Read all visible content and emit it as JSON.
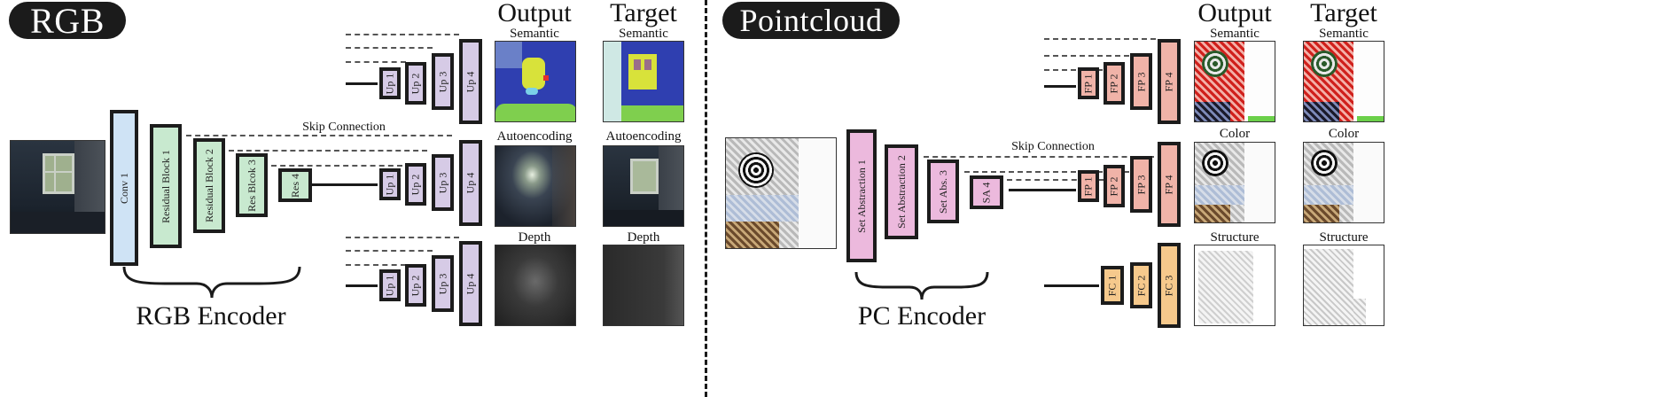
{
  "rgb": {
    "title": "RGB",
    "encoder_label": "RGB Encoder",
    "skip_label": "Skip Connection",
    "encoder_blocks": [
      "Conv 1",
      "Residual Block 1",
      "Residual Block 2",
      "Res Blcok 3",
      "Res 4"
    ],
    "decoder_blocks": [
      "Up 1",
      "Up 2",
      "Up 3",
      "Up 4"
    ],
    "output_header": "Output",
    "target_header": "Target",
    "tasks": [
      "Semantic",
      "Autoencoding",
      "Depth"
    ]
  },
  "pc": {
    "title": "Pointcloud",
    "encoder_label": "PC Encoder",
    "skip_label": "Skip Connection",
    "encoder_blocks": [
      "Set Abstraction 1",
      "Set Abstraction 2",
      "Set Abs. 3",
      "SA 4"
    ],
    "decoder_blocks": [
      "FP 1",
      "FP 2",
      "FP 3",
      "FP 4"
    ],
    "structure_blocks": [
      "FC 1",
      "FC 2",
      "FC 3"
    ],
    "output_header": "Output",
    "target_header": "Target",
    "tasks": [
      "Semantic",
      "Color",
      "Structure"
    ]
  }
}
